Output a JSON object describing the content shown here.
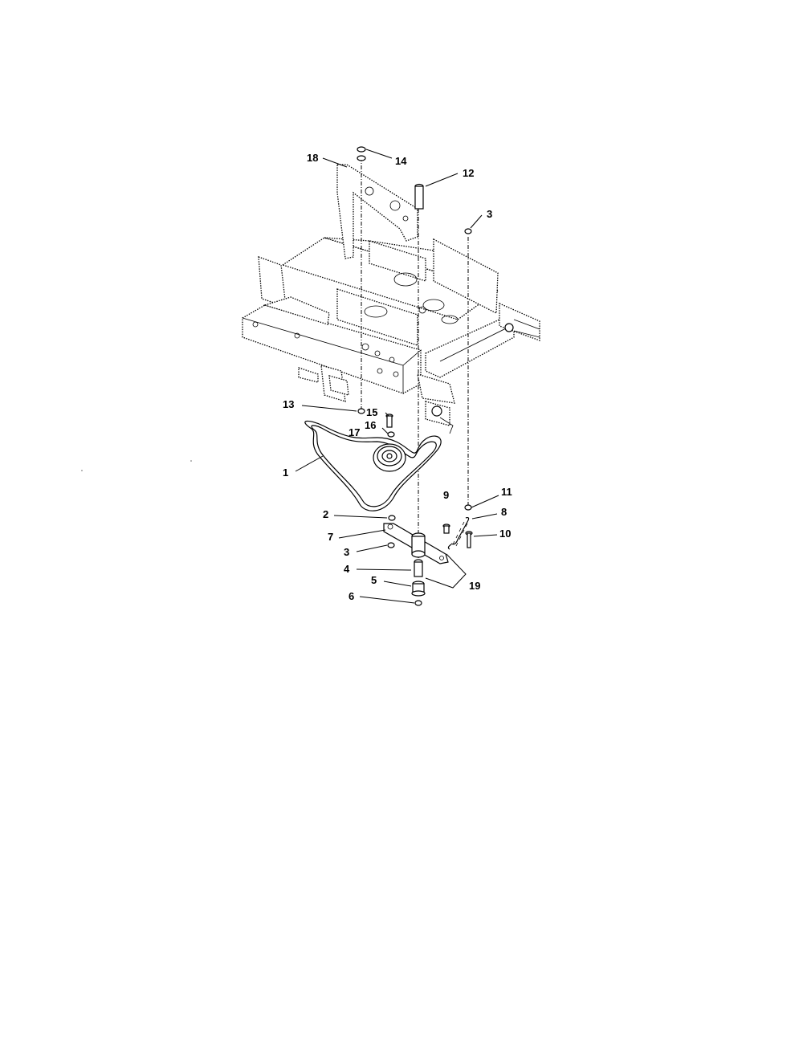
{
  "diagram": {
    "callouts": [
      {
        "id": "18",
        "text": "18"
      },
      {
        "id": "14",
        "text": "14"
      },
      {
        "id": "12",
        "text": "12"
      },
      {
        "id": "3a",
        "text": "3"
      },
      {
        "id": "13",
        "text": "13"
      },
      {
        "id": "15",
        "text": "15"
      },
      {
        "id": "16",
        "text": "16"
      },
      {
        "id": "17",
        "text": "17"
      },
      {
        "id": "1",
        "text": "1"
      },
      {
        "id": "9",
        "text": "9"
      },
      {
        "id": "11",
        "text": "11"
      },
      {
        "id": "8",
        "text": "8"
      },
      {
        "id": "2",
        "text": "2"
      },
      {
        "id": "10",
        "text": "10"
      },
      {
        "id": "7",
        "text": "7"
      },
      {
        "id": "3b",
        "text": "3"
      },
      {
        "id": "4",
        "text": "4"
      },
      {
        "id": "5",
        "text": "5"
      },
      {
        "id": "19",
        "text": "19"
      },
      {
        "id": "6",
        "text": "6"
      }
    ]
  }
}
